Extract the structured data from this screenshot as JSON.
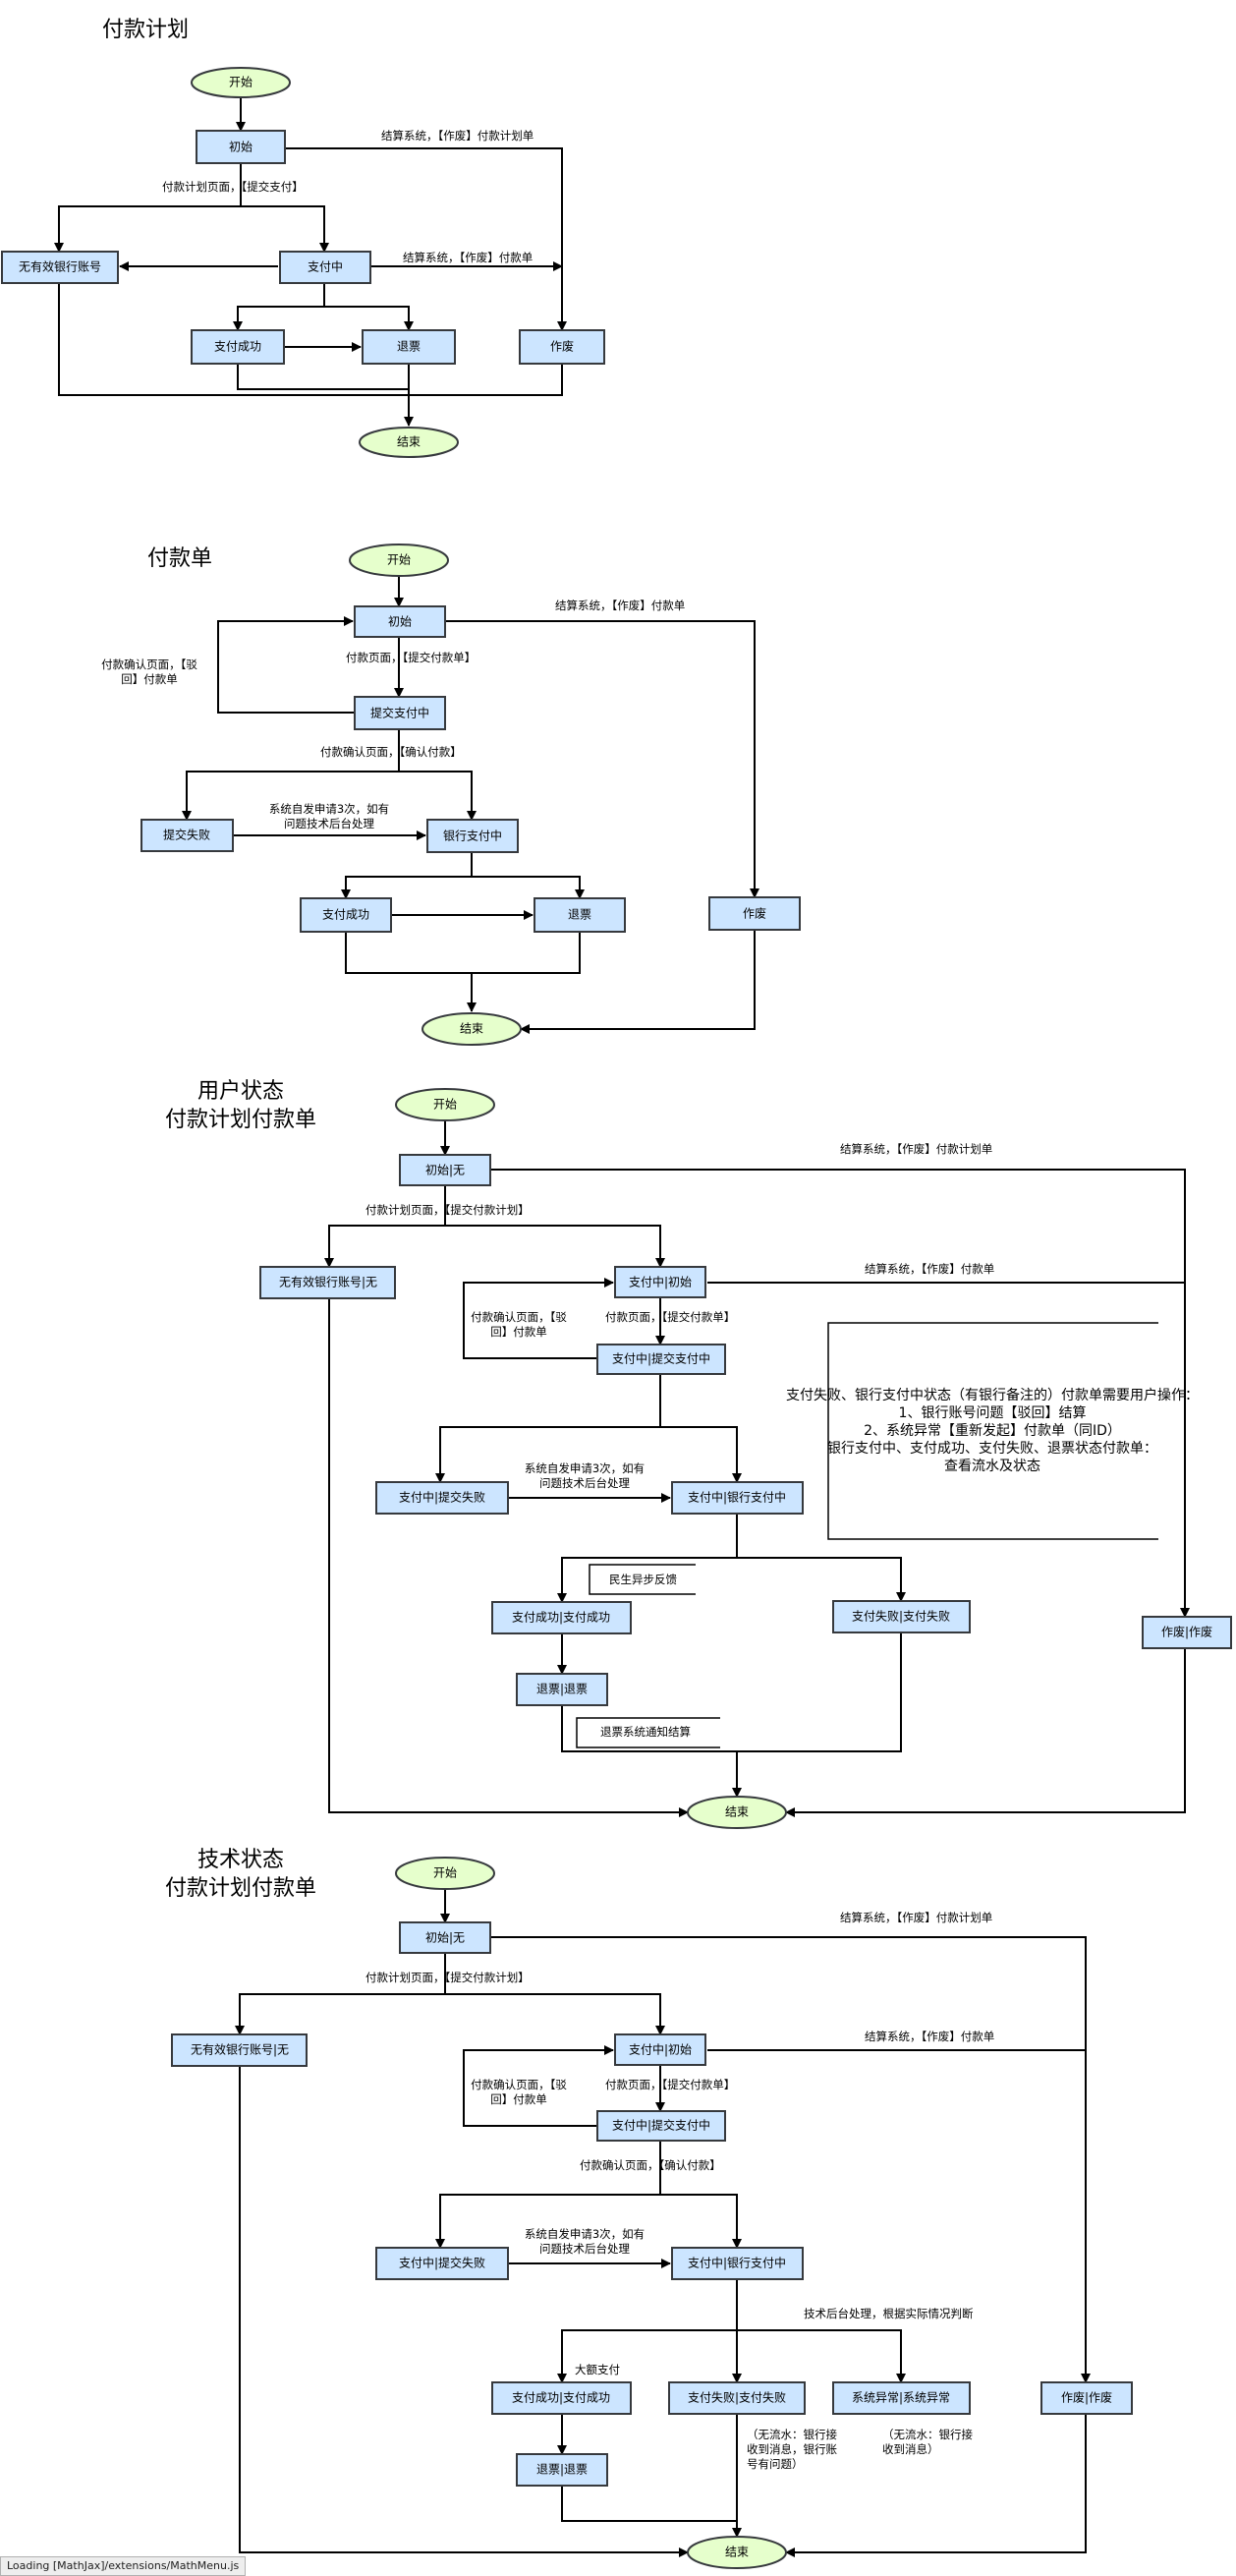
{
  "status_bar": "Loading [MathJax]/extensions/MathMenu.js",
  "d1": {
    "title": "付款计划",
    "start": "开始",
    "init": "初始",
    "noacct": "无有效银行账号",
    "paying": "支付中",
    "success": "支付成功",
    "refund": "退票",
    "void": "作废",
    "end": "结束",
    "l_submit": "付款计划页面，【提交支付】",
    "l_void_plan": "结算系统，【作废】付款计划单",
    "l_void_order": "结算系统，【作废】付款单"
  },
  "d2": {
    "title": "付款单",
    "start": "开始",
    "init": "初始",
    "submitting": "提交支付中",
    "fail": "提交失败",
    "bank": "银行支付中",
    "success": "支付成功",
    "refund": "退票",
    "void": "作废",
    "end": "结束",
    "l_void": "结算系统，【作废】付款单",
    "l_submit": "付款页面，【提交付款单】",
    "l_reject": [
      "付款确认页面，【驳",
      "回】付款单"
    ],
    "l_confirm": "付款确认页面，【确认付款】",
    "l_retry": [
      "系统自发申请3次，如有",
      "问题技术后台处理"
    ]
  },
  "d3": {
    "title": [
      "用户状态",
      "付款计划付款单"
    ],
    "start": "开始",
    "init": "初始|无",
    "noacct": "无有效银行账号|无",
    "payinit": "支付中|初始",
    "submitting": "支付中|提交支付中",
    "fail": "支付中|提交失败",
    "bank": "支付中|银行支付中",
    "success": "支付成功|支付成功",
    "payfail": "支付失败|支付失败",
    "refund": "退票|退票",
    "void": "作废|作废",
    "end": "结束",
    "l_void_plan": "结算系统，【作废】付款计划单",
    "l_submit_plan": "付款计划页面，【提交付款计划】",
    "l_void_order": "结算系统，【作废】付款单",
    "l_reject": [
      "付款确认页面，【驳",
      "回】付款单"
    ],
    "l_submit_order": "付款页面，【提交付款单】",
    "l_retry": [
      "系统自发申请3次，如有",
      "问题技术后台处理"
    ],
    "l_async": "民生异步反馈",
    "l_refund_notify": "退票系统通知结算",
    "note": [
      "支付失败、银行支付中状态（有银行备注的）付款单需要用户操作：",
      "1、银行账号问题【驳回】结算",
      "2、系统异常【重新发起】付款单（同ID）",
      "银行支付中、支付成功、支付失败、退票状态付款单：",
      "查看流水及状态"
    ]
  },
  "d4": {
    "title": [
      "技术状态",
      "付款计划付款单"
    ],
    "start": "开始",
    "init": "初始|无",
    "noacct": "无有效银行账号|无",
    "payinit": "支付中|初始",
    "submitting": "支付中|提交支付中",
    "fail": "支付中|提交失败",
    "bank": "支付中|银行支付中",
    "success": "支付成功|支付成功",
    "payfail": "支付失败|支付失败",
    "sysex": "系统异常|系统异常",
    "refund": "退票|退票",
    "void": "作废|作废",
    "end": "结束",
    "l_void_plan": "结算系统，【作废】付款计划单",
    "l_submit_plan": "付款计划页面，【提交付款计划】",
    "l_void_order": "结算系统，【作废】付款单",
    "l_reject": [
      "付款确认页面，【驳",
      "回】付款单"
    ],
    "l_submit_order": "付款页面，【提交付款单】",
    "l_confirm": "付款确认页面，【确认付款】",
    "l_retry": [
      "系统自发申请3次，如有",
      "问题技术后台处理"
    ],
    "l_tech": "技术后台处理，根据实际情况判断",
    "l_large": "大额支付",
    "l_nf1": [
      "（无流水：银行接",
      "收到消息，银行账",
      "号有问题）"
    ],
    "l_nf2": [
      "（无流水：银行接",
      "收到消息）"
    ]
  }
}
